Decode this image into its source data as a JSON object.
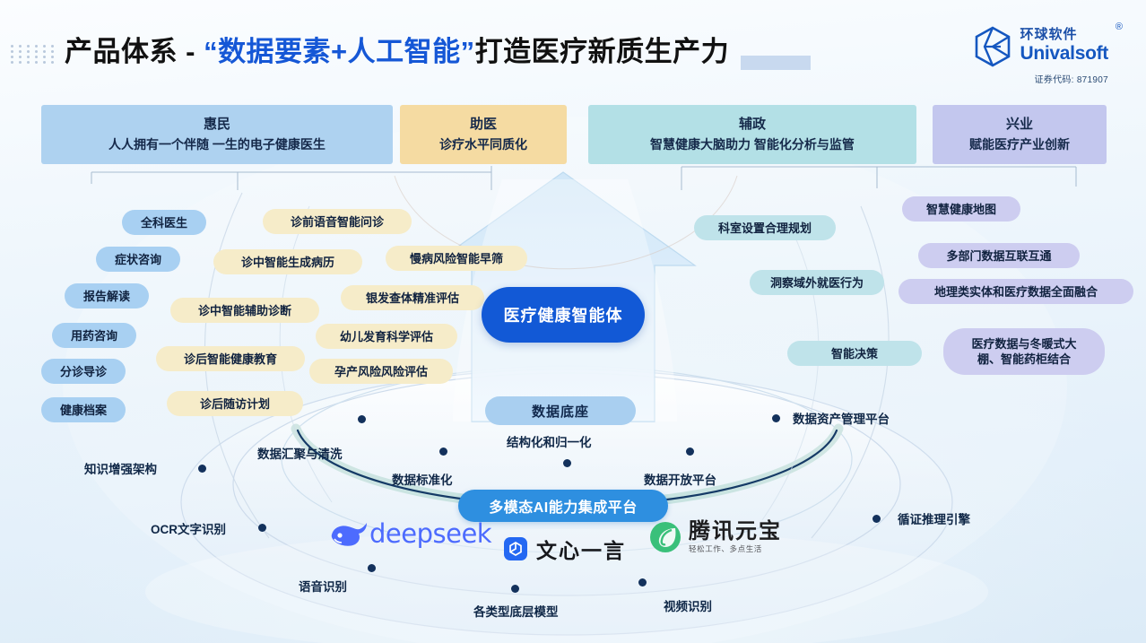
{
  "header": {
    "title_part1": "产品体系 - ",
    "title_part2": "“数据要素+人工智能”",
    "title_part3": "打造医疗新质生产力",
    "logo_cn": "环球软件",
    "logo_en": "Univalsoft",
    "logo_reg": "®",
    "stock_code": "证券代码: 871907"
  },
  "banners": [
    {
      "title": "惠民",
      "sub": "人人拥有一个伴随  一生的电子健康医生",
      "color": "#aed2f0"
    },
    {
      "title": "助医",
      "sub": "诊疗水平同质化",
      "color": "#f5dba2"
    },
    {
      "title": "辅政",
      "sub": "智慧健康大脑助力 智能化分析与监管",
      "color": "#b3e0e6"
    },
    {
      "title": "兴业",
      "sub": "赋能医疗产业创新",
      "color": "#c3c7ee"
    }
  ],
  "core": {
    "label": "医疗健康智能体",
    "data_base": "数据底座",
    "multimodal": "多模态AI能力集成平台"
  },
  "tags_blue": [
    {
      "label": "全科医生"
    },
    {
      "label": "症状咨询"
    },
    {
      "label": "报告解读"
    },
    {
      "label": "用药咨询"
    },
    {
      "label": "分诊导诊"
    },
    {
      "label": "健康档案"
    }
  ],
  "tags_yellow": [
    {
      "label": "诊前语音智能问诊"
    },
    {
      "label": "诊中智能生成病历"
    },
    {
      "label": "诊中智能辅助诊断"
    },
    {
      "label": "诊后智能健康教育"
    },
    {
      "label": "诊后随访计划"
    },
    {
      "label": "慢病风险智能早筛"
    },
    {
      "label": "银发查体精准评估"
    },
    {
      "label": "幼儿发育科学评估"
    },
    {
      "label": "孕产风险风险评估"
    }
  ],
  "tags_teal": [
    {
      "label": "科室设置合理规划"
    },
    {
      "label": "洞察域外就医行为"
    },
    {
      "label": "智能决策"
    }
  ],
  "tags_purple": [
    {
      "label": "智慧健康地图"
    },
    {
      "label": "多部门数据互联互通"
    },
    {
      "label": "地理类实体和医疗数据全面融合"
    },
    {
      "label": "医疗数据与冬暖式大",
      "label2": "棚、智能药柜结合"
    }
  ],
  "ring_labels": [
    {
      "label": "数据汇聚与清洗"
    },
    {
      "label": "数据标准化"
    },
    {
      "label": "结构化和归一化"
    },
    {
      "label": "数据开放平台"
    },
    {
      "label": "数据资产管理平台"
    },
    {
      "label": "知识增强架构"
    },
    {
      "label": "OCR文字识别"
    },
    {
      "label": "语音识别"
    },
    {
      "label": "各类型底层模型"
    },
    {
      "label": "视频识别"
    },
    {
      "label": "循证推理引擎"
    }
  ],
  "brands": {
    "deepseek": "deepseek",
    "wenxin": "文心一言",
    "tencent_cn": "腾讯元宝",
    "tencent_sub": "轻松工作、多点生活"
  },
  "colors": {
    "accent_blue": "#1259d6",
    "tag_blue": "#a8d0f2",
    "tag_yellow": "#f6ecc9",
    "tag_teal": "#bfe3ea",
    "tag_purple": "#cdcdf0",
    "text_dark": "#10223f"
  }
}
